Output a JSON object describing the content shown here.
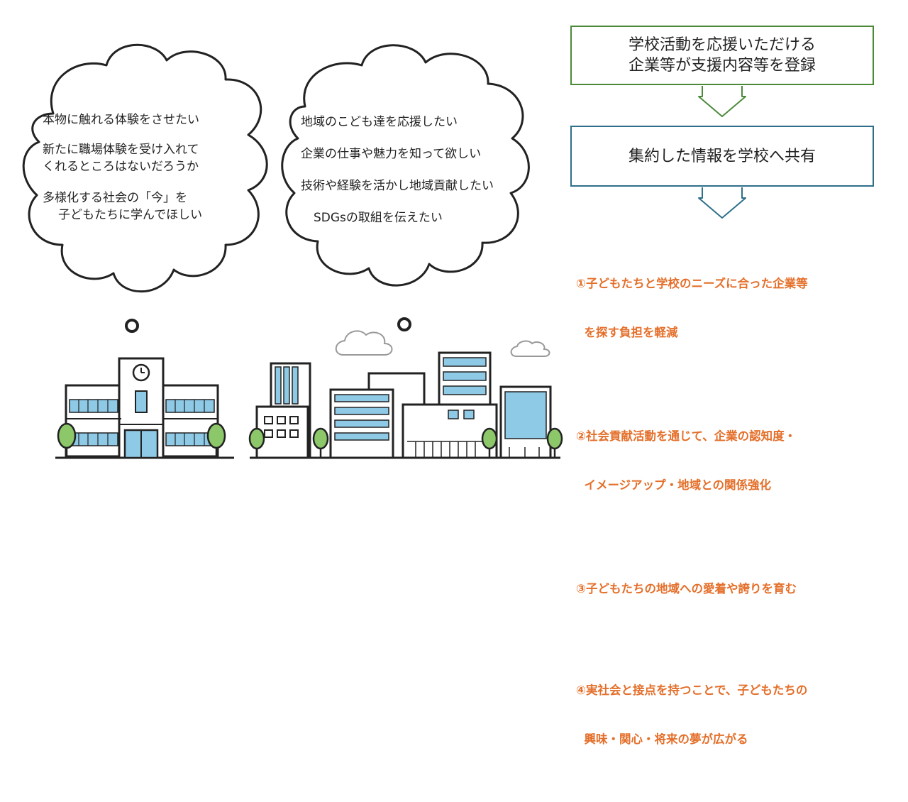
{
  "cloud_left": {
    "lines": [
      "本物に触れる体験をさせたい",
      "新たに職場体験を受け入れて",
      "くれるところはないだろうか",
      "多様化する社会の「今」を",
      "子どもたちに学んでほしい"
    ]
  },
  "cloud_right": {
    "lines": [
      "地域のこども達を応援したい",
      "企業の仕事や魅力を知って欲しい",
      "技術や経験を活かし地域貢献したい",
      "SDGsの取組を伝えたい"
    ]
  },
  "flow": {
    "box1_line1": "学校活動を応援いただける",
    "box1_line2": "企業等が支援内容等を登録",
    "box2": "集約した情報を学校へ共有"
  },
  "benefits": [
    {
      "line1": "①子どもたちと学校のニーズに合った企業等",
      "line2": "  を探す負担を軽減"
    },
    {
      "line1": "②社会貢献活動を通じて、企業の認知度・",
      "line2": "  イメージアップ・地域との関係強化"
    },
    {
      "line1": "③子どもたちの地域への愛着や誇りを育む",
      "line2": ""
    },
    {
      "line1": "④実社会と接点を持つことで、子どもたちの",
      "line2": "  興味・関心・将来の夢が広がる"
    }
  ],
  "colors": {
    "benefit_text": "#e46f2a",
    "box1_border": "#4c8a3a",
    "box2_border": "#2f6f8a",
    "arrow1": "#4c8a3a",
    "arrow2": "#2f6f8a",
    "window_blue": "#8ec9e6",
    "tree_green": "#8cc86a"
  }
}
